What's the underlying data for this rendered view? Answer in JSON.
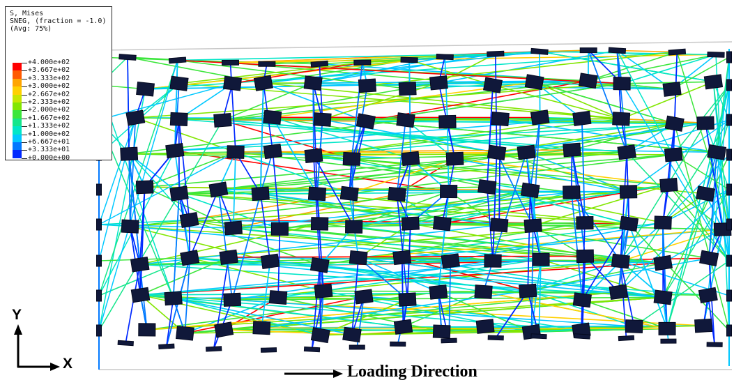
{
  "legend": {
    "title_lines": [
      "S, Mises",
      "SNEG, (fraction = -1.0)",
      "(Avg: 75%)"
    ],
    "levels": [
      "+4.000e+02",
      "+3.667e+02",
      "+3.333e+02",
      "+3.000e+02",
      "+2.667e+02",
      "+2.333e+02",
      "+2.000e+02",
      "+1.667e+02",
      "+1.333e+02",
      "+1.000e+02",
      "+6.667e+01",
      "+3.333e+01",
      "+0.000e+00"
    ],
    "colors": [
      "#ff0000",
      "#ff5a00",
      "#ffa500",
      "#ffd000",
      "#c8e600",
      "#82e600",
      "#3ce63c",
      "#14e68c",
      "#00e6c8",
      "#00c8ff",
      "#0078ff",
      "#0028ff"
    ]
  },
  "axes": {
    "y_label": "Y",
    "x_label": "X"
  },
  "loading": {
    "label": "Loading Direction"
  },
  "colors": {
    "node": "#10183a",
    "gray_fiber": "#c8c8c8"
  }
}
